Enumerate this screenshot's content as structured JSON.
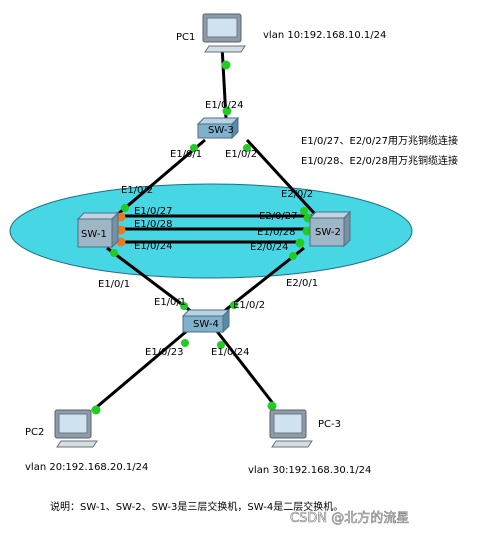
{
  "nodes": {
    "pc1": {
      "label": "PC1",
      "info": "vlan 10:192.168.10.1/24"
    },
    "pc2": {
      "label": "PC2",
      "info": "vlan 20:192.168.20.1/24"
    },
    "pc3": {
      "label": "PC-3",
      "info": "vlan 30:192.168.30.1/24"
    },
    "sw1": {
      "label": "SW-1"
    },
    "sw2": {
      "label": "SW-2"
    },
    "sw3": {
      "label": "SW-3"
    },
    "sw4": {
      "label": "SW-4"
    }
  },
  "ports": {
    "sw3_up": "E1/0/24",
    "sw3_left": "E1/0/1",
    "sw3_right": "E1/0/2",
    "sw1_top": "E1/0/2",
    "sw2_top": "E2/0/2",
    "sw1_27": "E1/0/27",
    "sw1_28": "E1/0/28",
    "sw1_24": "E1/0/24",
    "sw2_27": "E2/0/27",
    "sw2_28": "E1/0/28",
    "sw2_24": "E2/0/24",
    "sw1_down": "E1/0/1",
    "sw2_down": "E2/0/1",
    "sw4_left": "E1/0/1",
    "sw4_right": "E1/0/2",
    "sw4_pc2": "E1/0/23",
    "sw4_pc3": "E1/0/24"
  },
  "notes": {
    "line1": "E1/0/27、E2/0/27用万兆铜缆连接",
    "line2": "E1/0/28、E2/0/28用万兆铜缆连接",
    "caption": "说明：SW-1、SW-2、SW-3是三层交换机，SW-4是二层交换机。"
  },
  "watermark": "CSDN @北方的流星",
  "colors": {
    "ellipse": "#4dd9e6",
    "link_up": "#22cc22",
    "link_amber": "#ee7722",
    "cable": "#000000"
  }
}
